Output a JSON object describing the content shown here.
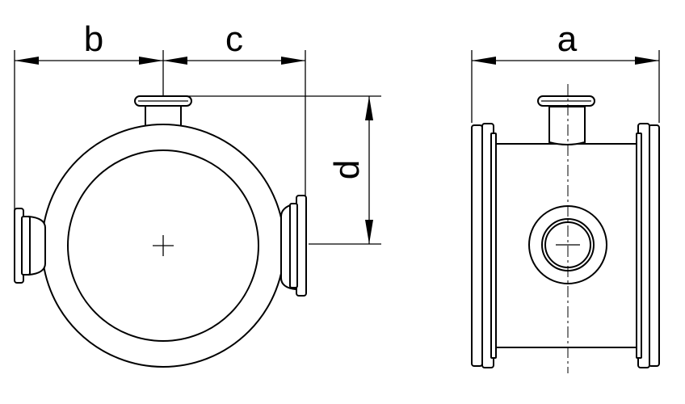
{
  "dimensions": {
    "b": "b",
    "c": "c",
    "d": "d",
    "a": "a"
  }
}
